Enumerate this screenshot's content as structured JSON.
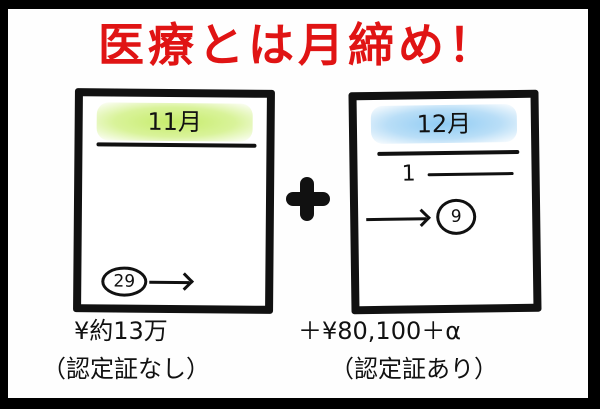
{
  "title": "医療とは月締め！",
  "colors": {
    "title": "#e01414",
    "november_highlight": "#c6ec6a",
    "december_highlight": "#8fcbf3",
    "ink": "#111111"
  },
  "calendars": [
    {
      "month": "11月",
      "marked_day": "29",
      "arrow_direction": "right",
      "cost": "¥約13万",
      "note": "（認定証なし）"
    },
    {
      "month": "12月",
      "first_day": "1",
      "marked_day": "9",
      "arrow_direction": "right",
      "cost": "＋¥80,100＋α",
      "note": "（認定証あり）"
    }
  ],
  "operator": "+"
}
